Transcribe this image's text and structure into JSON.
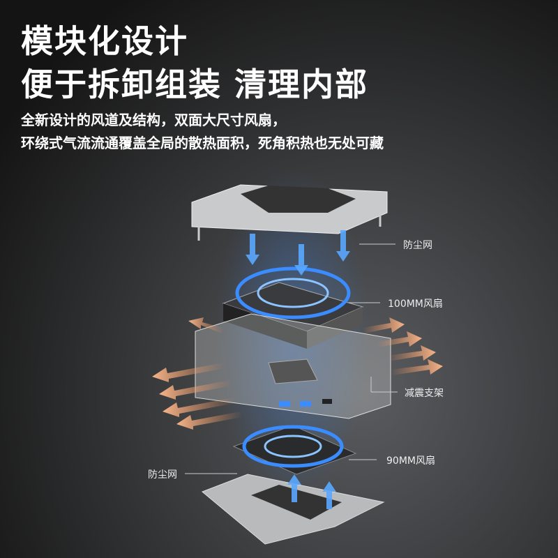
{
  "headline": {
    "line1": "模块化设计",
    "line2": "便于拆卸组装 清理内部"
  },
  "description": {
    "line1": "全新设计的风道及结构，双面大尺寸风扇，",
    "line2": "环绕式气流流通覆盖全局的散热面积，死角积热也无处可藏"
  },
  "callouts": {
    "top_dust_filter": "防尘网",
    "fan_100mm": "100MM风扇",
    "shock_bracket": "减震支架",
    "fan_90mm": "90MM风扇",
    "bottom_dust_filter": "防尘网"
  },
  "colors": {
    "airflow_cool": "#3a8cff",
    "airflow_hot": "#f0915a",
    "chassis": "#c9cacc"
  }
}
